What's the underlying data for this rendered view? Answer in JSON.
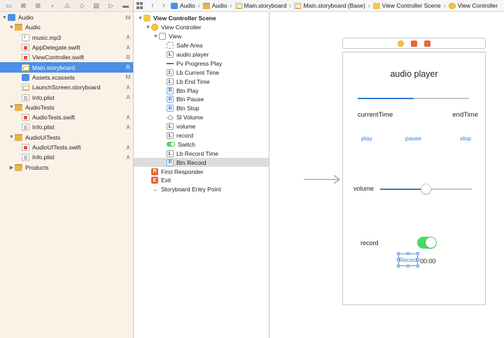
{
  "navigator": {
    "toolbar_icons": [
      "folder-icon",
      "source-control-icon",
      "symbol-icon",
      "find-icon",
      "issue-icon",
      "test-icon",
      "debug-icon",
      "breakpoint-icon",
      "report-icon"
    ],
    "items": [
      {
        "name": "Audio",
        "icon": "project",
        "level": 0,
        "disclosure": "open",
        "status": "M"
      },
      {
        "name": "Audio",
        "icon": "folder",
        "level": 1,
        "disclosure": "open",
        "status": ""
      },
      {
        "name": "music.mp3",
        "icon": "audio",
        "level": 2,
        "status": "A"
      },
      {
        "name": "AppDelegate.swift",
        "icon": "swift",
        "level": 2,
        "status": "A"
      },
      {
        "name": "ViewController.swift",
        "icon": "swift",
        "level": 2,
        "status": "R"
      },
      {
        "name": "Main.storyboard",
        "icon": "storyboard",
        "level": 2,
        "status": "R",
        "selected": true
      },
      {
        "name": "Assets.xcassets",
        "icon": "assets",
        "level": 2,
        "status": "M"
      },
      {
        "name": "LaunchScreen.storyboard",
        "icon": "storyboard",
        "level": 2,
        "status": "A"
      },
      {
        "name": "Info.plist",
        "icon": "plist",
        "level": 2,
        "status": "A"
      },
      {
        "name": "AudioTests",
        "icon": "folder",
        "level": 1,
        "disclosure": "open",
        "status": ""
      },
      {
        "name": "AudioTests.swift",
        "icon": "swift",
        "level": 2,
        "status": "A"
      },
      {
        "name": "Info.plist",
        "icon": "plist",
        "level": 2,
        "status": "A"
      },
      {
        "name": "AudioUITests",
        "icon": "folder",
        "level": 1,
        "disclosure": "open",
        "status": ""
      },
      {
        "name": "AudioUITests.swift",
        "icon": "swift",
        "level": 2,
        "status": "A"
      },
      {
        "name": "Info.plist",
        "icon": "plist",
        "level": 2,
        "status": "A"
      },
      {
        "name": "Products",
        "icon": "folder",
        "level": 1,
        "disclosure": "closed",
        "status": ""
      }
    ]
  },
  "jumpbar": {
    "crumbs": [
      {
        "label": "Audio",
        "icon": "project"
      },
      {
        "label": "Audio",
        "icon": "folder"
      },
      {
        "label": "Main.storyboard",
        "icon": "storyboard"
      },
      {
        "label": "Main.storyboard (Base)",
        "icon": "storyboard"
      },
      {
        "label": "View Controller Scene",
        "icon": "scene"
      },
      {
        "label": "View Controller",
        "icon": "vc"
      }
    ]
  },
  "outline": {
    "items": [
      {
        "name": "View Controller Scene",
        "icon": "scene",
        "level": 0,
        "disclosure": "open",
        "bold": true
      },
      {
        "name": "View Controller",
        "icon": "vc",
        "level": 1,
        "disclosure": "open"
      },
      {
        "name": "View",
        "icon": "view",
        "level": 2,
        "disclosure": "open"
      },
      {
        "name": "Safe Area",
        "icon": "safe",
        "level": 3,
        "glyph": ""
      },
      {
        "name": "audio player",
        "icon": "label",
        "level": 3,
        "glyph": "L"
      },
      {
        "name": "Pv Progress Play",
        "icon": "progress",
        "level": 3,
        "glyph": ""
      },
      {
        "name": "Lb Current Time",
        "icon": "label",
        "level": 3,
        "glyph": "L"
      },
      {
        "name": "Lb End Time",
        "icon": "label",
        "level": 3,
        "glyph": "L"
      },
      {
        "name": "Btn Play",
        "icon": "button",
        "level": 3,
        "glyph": "B"
      },
      {
        "name": "Btn Pause",
        "icon": "button",
        "level": 3,
        "glyph": "B"
      },
      {
        "name": "Btn Stop",
        "icon": "button",
        "level": 3,
        "glyph": "B"
      },
      {
        "name": "Sl Volume",
        "icon": "slider",
        "level": 3,
        "glyph": ""
      },
      {
        "name": "volume",
        "icon": "label",
        "level": 3,
        "glyph": "L"
      },
      {
        "name": "record",
        "icon": "label",
        "level": 3,
        "glyph": "L"
      },
      {
        "name": "Switch",
        "icon": "switch",
        "level": 3,
        "glyph": ""
      },
      {
        "name": "Lb Record Time",
        "icon": "label",
        "level": 3,
        "glyph": "L"
      },
      {
        "name": "Btn Record",
        "icon": "button",
        "level": 3,
        "glyph": "B",
        "selected": true
      },
      {
        "name": "First Responder",
        "icon": "responder",
        "level": 1,
        "glyph": "R"
      },
      {
        "name": "Exit",
        "icon": "exit",
        "level": 1,
        "glyph": "E"
      },
      {
        "name": "Storyboard Entry Point",
        "icon": "entry",
        "level": 1,
        "glyph": "→"
      }
    ]
  },
  "canvas": {
    "scene_bar_icons": [
      "view-controller-icon",
      "first-responder-icon",
      "exit-icon"
    ],
    "title": "audio player",
    "progress": 0.5,
    "current_time": "currentTime",
    "end_time": "endTime",
    "play": "play",
    "pause": "pause",
    "stop": "stop",
    "volume_label": "volume",
    "volume_value": 0.5,
    "record_label": "record",
    "record_switch_on": true,
    "record_button": "Record",
    "record_time": "00:00",
    "accent_color": "#2f7bd9",
    "switch_color": "#4cd964"
  }
}
